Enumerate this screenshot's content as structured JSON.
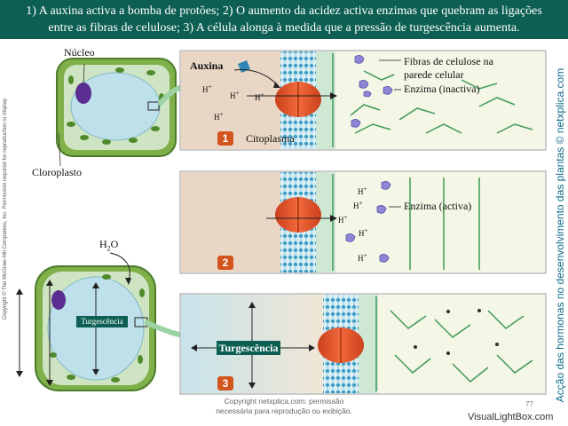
{
  "header": {
    "line1": "1) A auxina activa a bomba de protões; 2) O aumento da acidez activa enzimas que quebram as ligações",
    "line2": "entre as fibras de celulose; 3) A célula alonga à medida que a pressão de turgescência aumenta."
  },
  "labels": {
    "nucleo": "Núcleo",
    "cloroplasto": "Cloroplasto",
    "h2o_base": "H",
    "h2o_sub": "2",
    "h2o_tail": "O",
    "turgescencia_small": "Turgescência",
    "auxina": "Auxina",
    "citoplasma": "Citoplasma",
    "fibras_line1": "Fibras de celulose na",
    "fibras_line2": "parede celular",
    "enzima_inactiva": "Enzima (inactiva)",
    "enzima_activa": "Enzima (activa)",
    "turgescencia_big": "Turgescência",
    "proton": "H",
    "proton_sup": "+"
  },
  "steps": [
    "1",
    "2",
    "3"
  ],
  "side_right": "Acção das hormonas no desenvolvimento das plantas © netxplica.com",
  "side_left": "Copyright © The McGraw-Hill Companies, Inc. Permission required for reproduction or display.",
  "footer": {
    "line1": "Copyright netxplica.com: permissão",
    "line2": "necessária para reprodução ou exibição."
  },
  "page_number": "77",
  "watermark": "VisualLightBox.com",
  "colors": {
    "header_bg": "#0c5f52",
    "side_text": "#0f6b8a",
    "step_badge": "#d3541d",
    "pump": "#e2542a",
    "membrane": "#4aa6c9",
    "cell_wall": "#7cb341",
    "enzyme": "#8d86d6"
  }
}
